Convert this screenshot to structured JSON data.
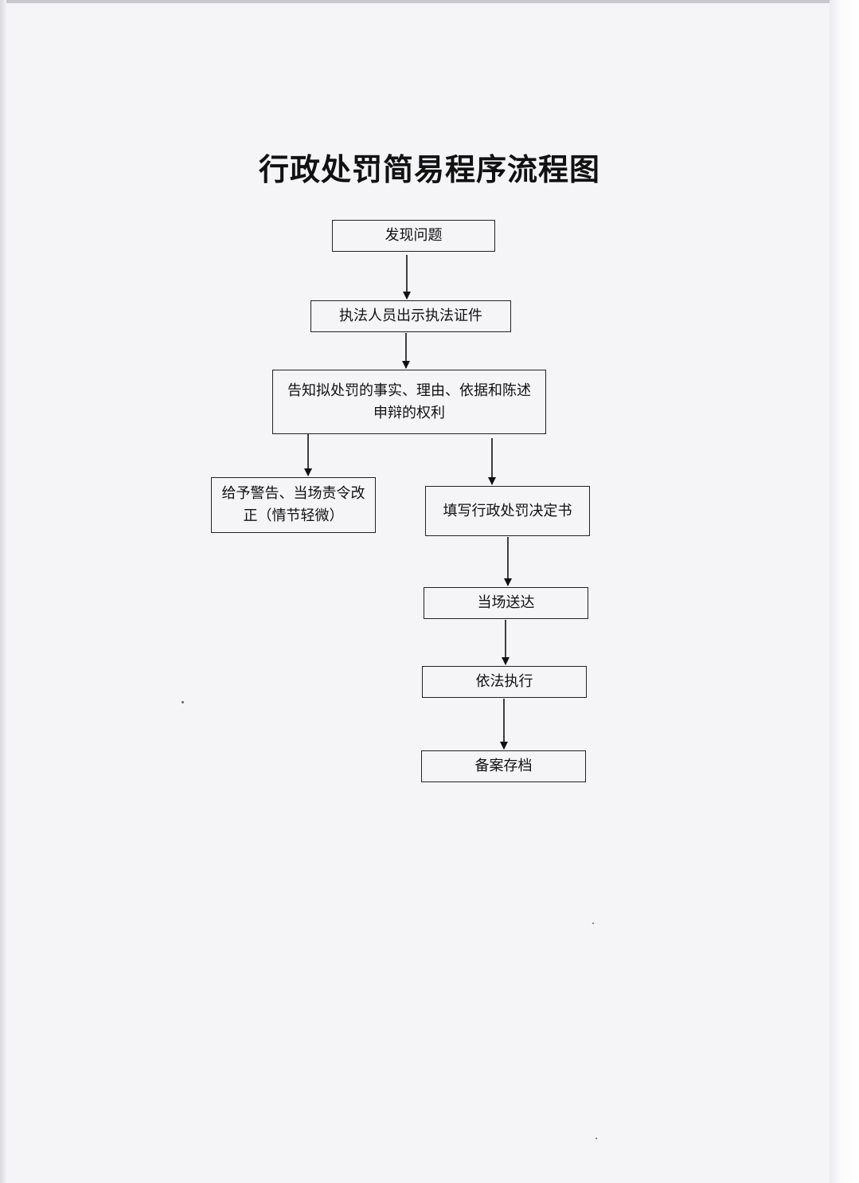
{
  "title": "行政处罚简易程序流程图",
  "steps": {
    "discover": "发现问题",
    "show_credentials": "执法人员出示执法证件",
    "inform_rights": "告知拟处罚的事实、理由、依据和陈述申辩的权利",
    "warning": "给予警告、当场责令改正（情节轻微）",
    "write_decision": "填写行政处罚决定书",
    "deliver": "当场送达",
    "execute": "依法执行",
    "archive": "备案存档"
  }
}
